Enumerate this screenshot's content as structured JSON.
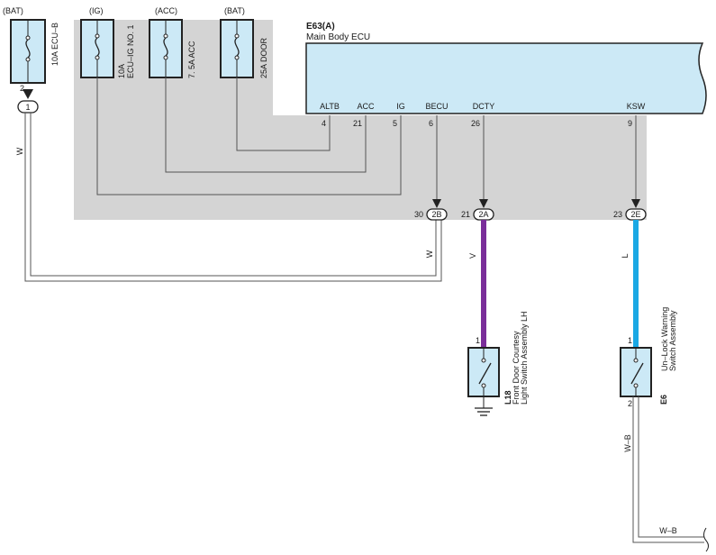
{
  "colors": {
    "component_fill": "#cce9f6",
    "ecu_zone": "#d4d4d4",
    "wire_violet": "#7a2e9a",
    "wire_blue": "#1aa8e4",
    "wire_neutral": "#555555"
  },
  "fuses": [
    {
      "source": "(BAT)",
      "name": "10A ECU–B",
      "pin": "2"
    },
    {
      "source": "(IG)",
      "name_line1": "10A",
      "name_line2": "ECU–IG NO. 1"
    },
    {
      "source": "(ACC)",
      "name": "7. 5A ACC"
    },
    {
      "source": "(BAT)",
      "name": "25A DOOR"
    }
  ],
  "junction_1": {
    "label": "1"
  },
  "ecu": {
    "code": "E63(A)",
    "name": "Main Body ECU",
    "pins": [
      {
        "label": "ALTB",
        "number": "4"
      },
      {
        "label": "ACC",
        "number": "21"
      },
      {
        "label": "IG",
        "number": "5"
      },
      {
        "label": "BECU",
        "number": "6"
      },
      {
        "label": "DCTY",
        "number": "26"
      },
      {
        "label": "KSW",
        "number": "9"
      }
    ]
  },
  "connectors": [
    {
      "pin": "30",
      "id": "2B"
    },
    {
      "pin": "21",
      "id": "2A"
    },
    {
      "pin": "23",
      "id": "2E"
    }
  ],
  "wires": {
    "w_left": "W",
    "w_right": "W",
    "v": "V",
    "l": "L",
    "wb_vertical": "W–B",
    "wb_horizontal": "W–B"
  },
  "switches": [
    {
      "code": "L18",
      "line1": "Front Door Courtesy",
      "line2": "Light Switch Assembly LH",
      "pin_top": "1"
    },
    {
      "code": "E6",
      "line1": "Un–Lock Warning",
      "line2": "Switch Assembly",
      "pin_top": "1",
      "pin_bottom": "2"
    }
  ]
}
